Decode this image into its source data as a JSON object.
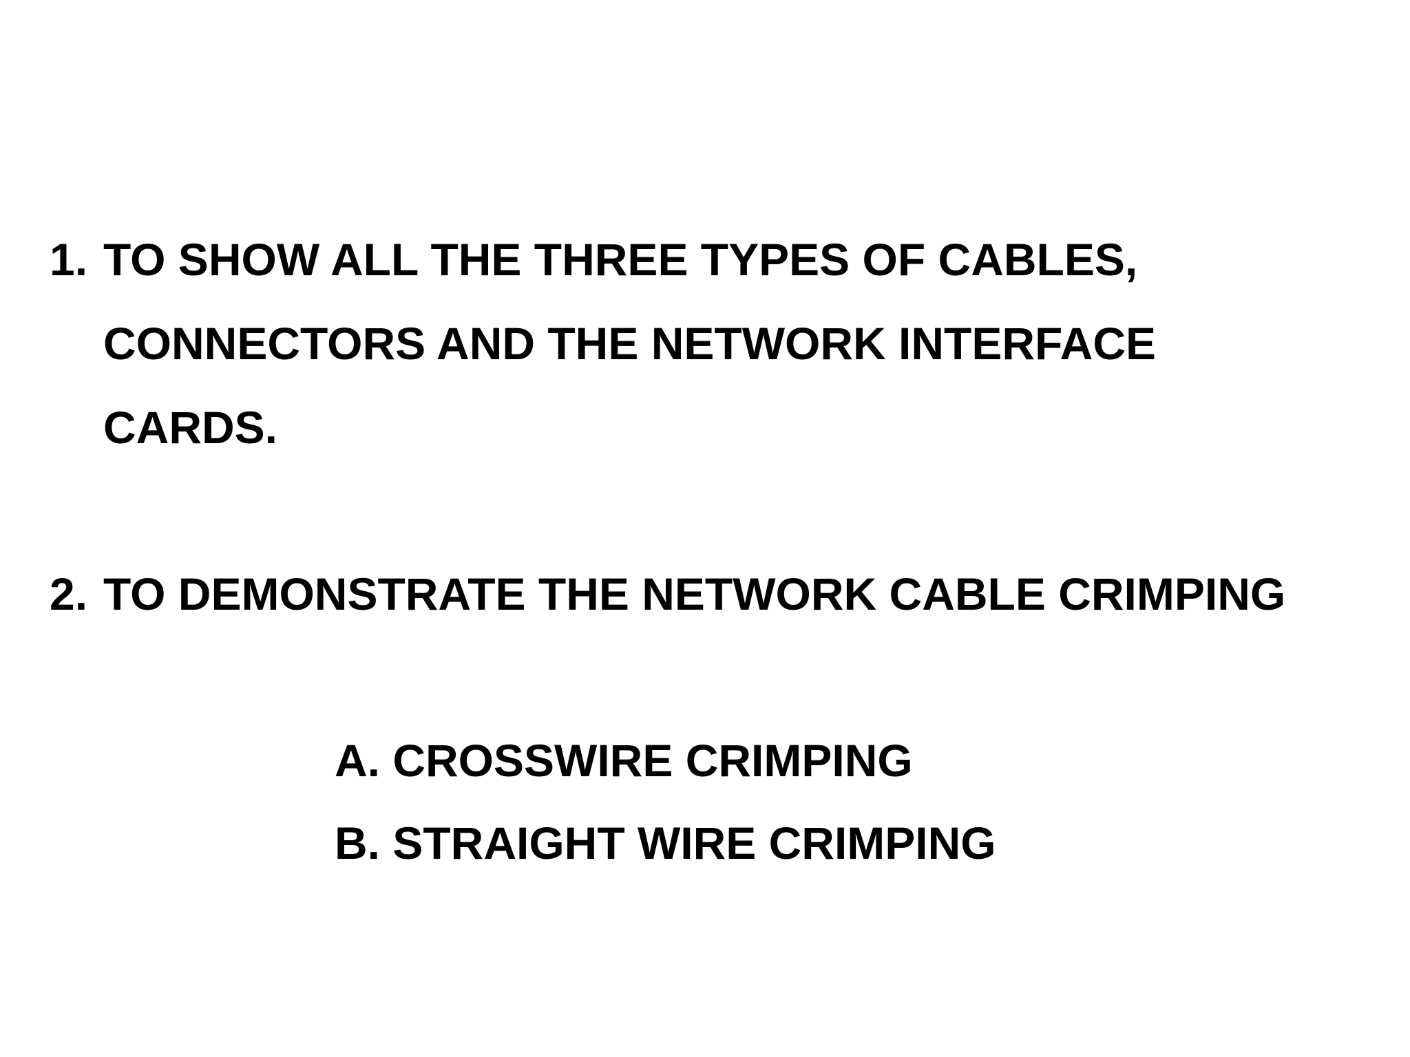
{
  "items": [
    {
      "number": "1.",
      "lines": [
        "TO SHOW ALL THE THREE TYPES OF CABLES,",
        "CONNECTORS AND THE NETWORK INTERFACE",
        "CARDS."
      ]
    },
    {
      "number": "2.",
      "lines": [
        "TO DEMONSTRATE THE NETWORK CABLE CRIMPING"
      ],
      "subitems": [
        "A. CROSSWIRE CRIMPING",
        "B. STRAIGHT WIRE CRIMPING"
      ]
    }
  ]
}
